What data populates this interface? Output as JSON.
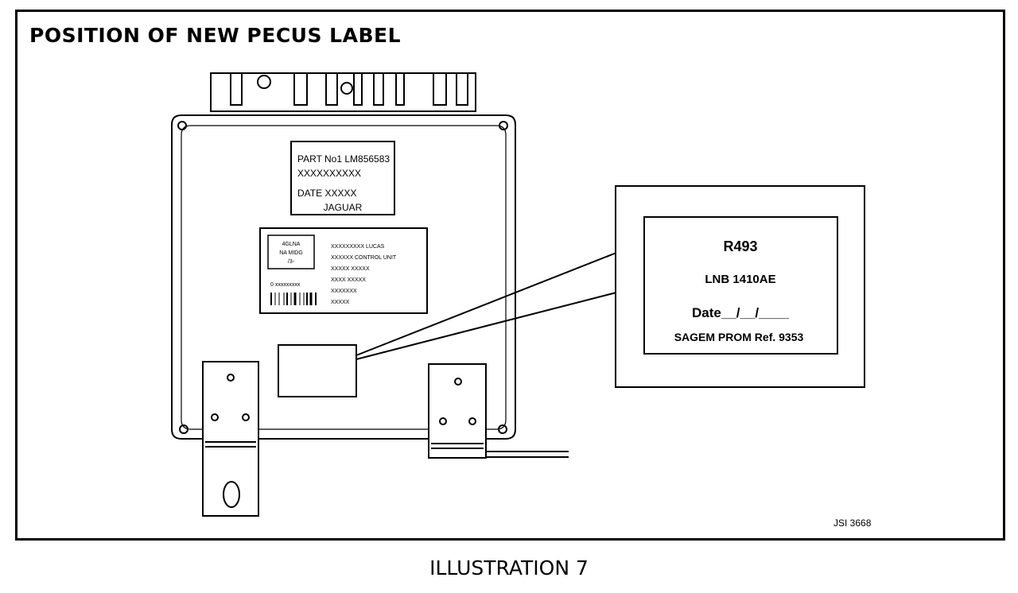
{
  "title": "POSITION OF NEW PECUS LABEL",
  "caption": "ILLUSTRATION 7",
  "reference": "JSI 3668",
  "part_label": {
    "line1": "PART No1 LM856583",
    "line2": "XXXXXXXXXX",
    "line3": "DATE    XXXXX",
    "line4": "JAGUAR"
  },
  "lucas_label": {
    "box_line1": "4GLNA",
    "box_line2": "NA MIDG",
    "box_line3": "/3-",
    "serial": "0 xxxxxxxxx",
    "line1": "XXXXXXXXX LUCAS",
    "line2": "XXXXXX CONTROL UNIT",
    "line3": "XXXXX XXXXX",
    "line4": "XXXX XXXXX",
    "line5": "XXXXXXX",
    "line6": "XXXXX"
  },
  "pecus_label": {
    "line1": "R493",
    "line2": "LNB 1410AE",
    "line3": "Date__/__/____",
    "line4": "SAGEM PROM Ref. 9353"
  }
}
